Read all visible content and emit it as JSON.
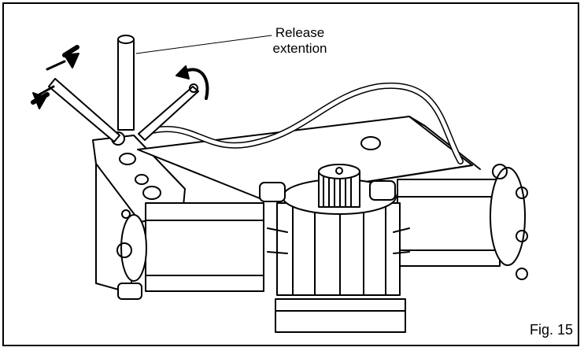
{
  "figure": {
    "label": "Fig. 15",
    "callouts": [
      {
        "line1": "Release",
        "line2": "extention"
      }
    ]
  },
  "colors": {
    "ink": "#000000",
    "paper": "#ffffff",
    "shade": "#d9d9d9"
  }
}
